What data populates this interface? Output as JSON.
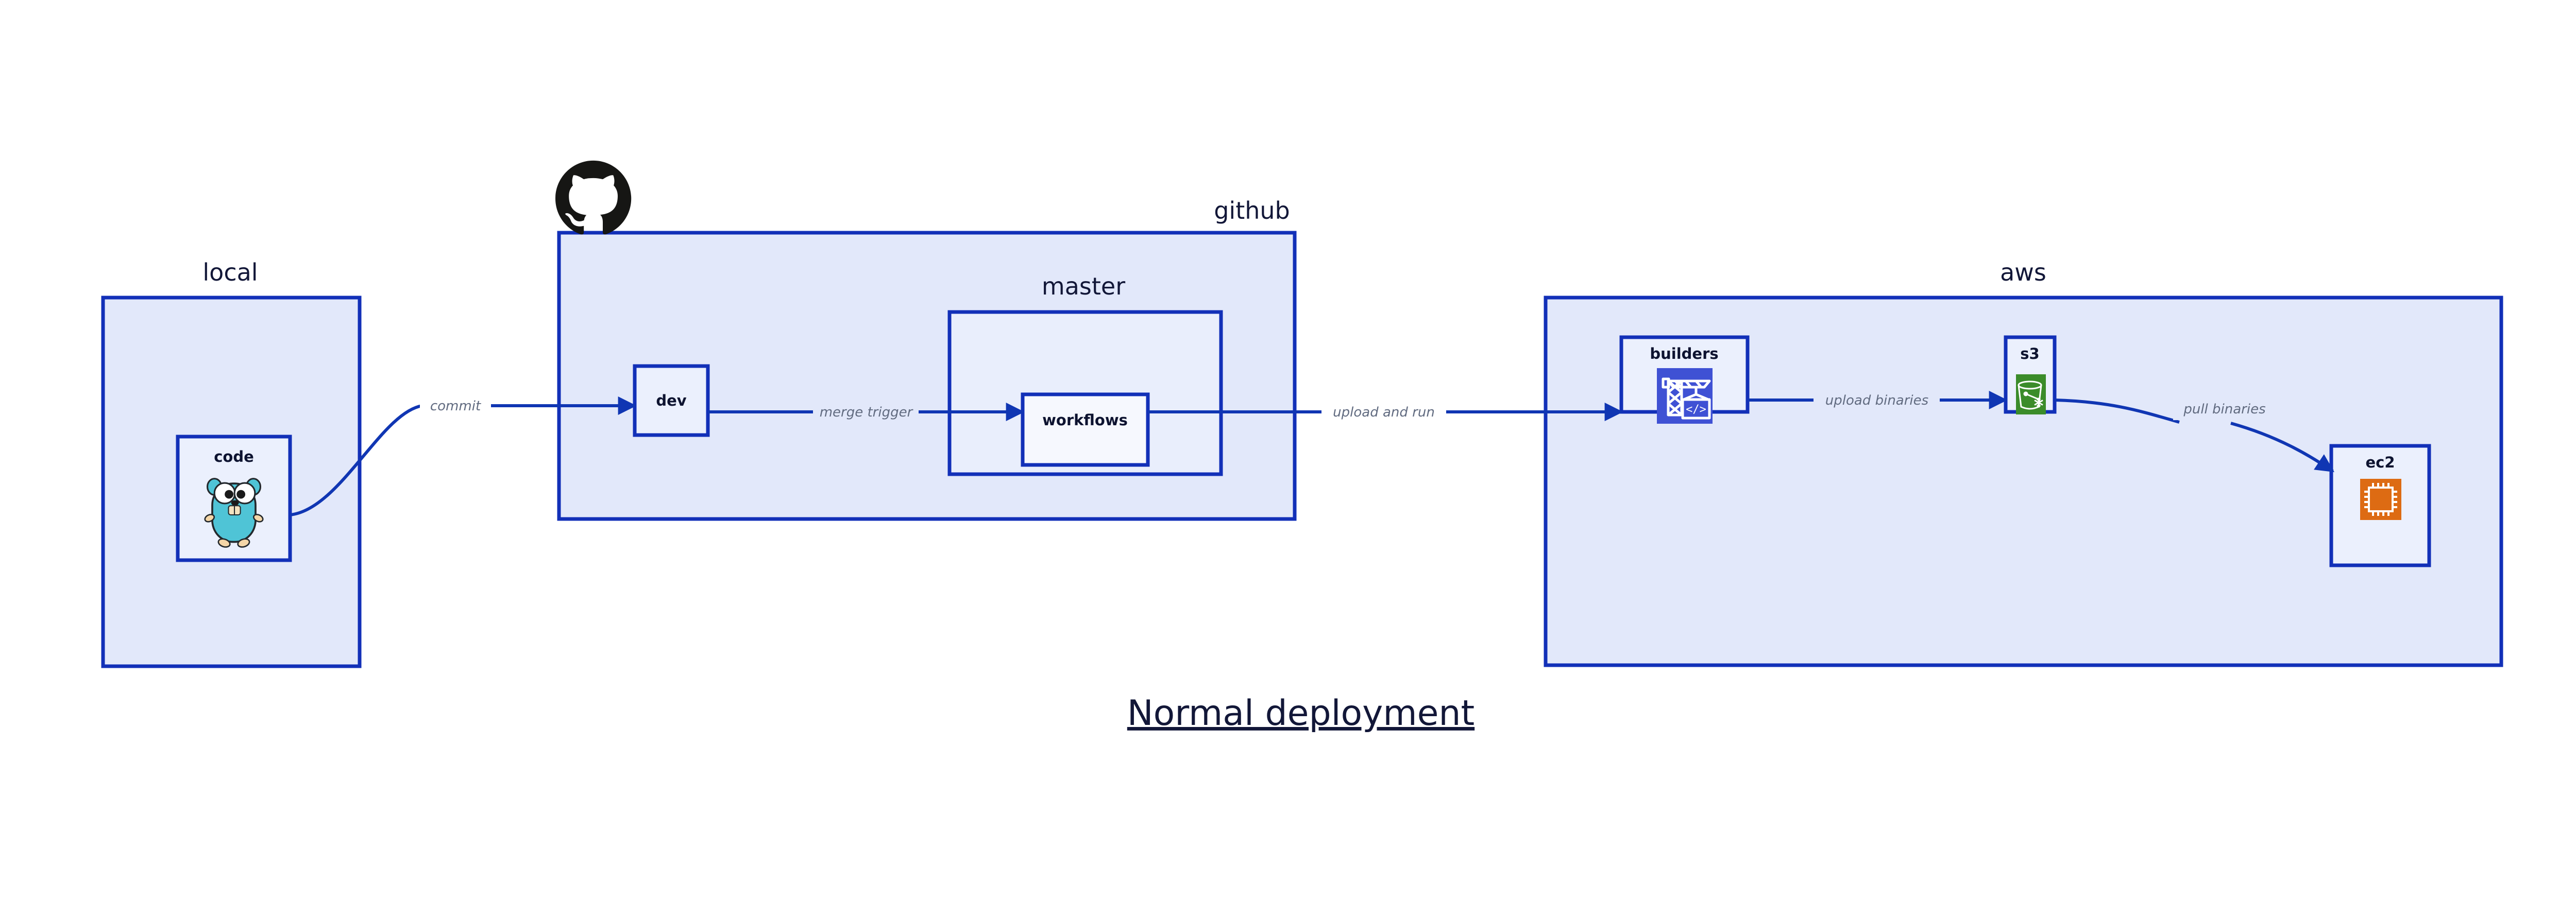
{
  "diagram": {
    "title": "Normal deployment",
    "background_color": "#ffffff",
    "accent_color": "#1230b8",
    "container_fill": "#e2e8fa",
    "node_fill": "#ebf0fd",
    "label_color": "#121738",
    "edge_label_color": "#616b80",
    "groups": [
      {
        "id": "local",
        "label": "local"
      },
      {
        "id": "github",
        "label": "github"
      },
      {
        "id": "master",
        "label": "master"
      },
      {
        "id": "aws",
        "label": "aws"
      }
    ],
    "nodes": [
      {
        "id": "code",
        "label": "code",
        "icon": "golang-gopher-icon",
        "group": "local"
      },
      {
        "id": "dev",
        "label": "dev",
        "icon": "none",
        "group": "github"
      },
      {
        "id": "workflows",
        "label": "workflows",
        "icon": "none",
        "group": "master"
      },
      {
        "id": "builders",
        "label": "builders",
        "icon": "aws-codebuild-crane-icon",
        "icon_color": "#3f51d4",
        "group": "aws"
      },
      {
        "id": "s3",
        "label": "s3",
        "icon": "aws-s3-bucket-icon",
        "icon_color": "#3b8c2a",
        "group": "aws"
      },
      {
        "id": "ec2",
        "label": "ec2",
        "icon": "aws-ec2-chip-icon",
        "icon_color": "#dd6b13",
        "group": "aws"
      }
    ],
    "edges": [
      {
        "id": "code-dev",
        "from": "code",
        "to": "dev",
        "label": "commit"
      },
      {
        "id": "dev-workflows",
        "from": "dev",
        "to": "workflows",
        "label": "merge trigger"
      },
      {
        "id": "workflows-build",
        "from": "workflows",
        "to": "builders",
        "label": "upload and run"
      },
      {
        "id": "builders-s3",
        "from": "builders",
        "to": "s3",
        "label": "upload binaries"
      },
      {
        "id": "s3-ec2",
        "from": "s3",
        "to": "ec2",
        "label": "pull binaries"
      }
    ],
    "branding": {
      "github_logo": "github-octocat-logo"
    }
  }
}
